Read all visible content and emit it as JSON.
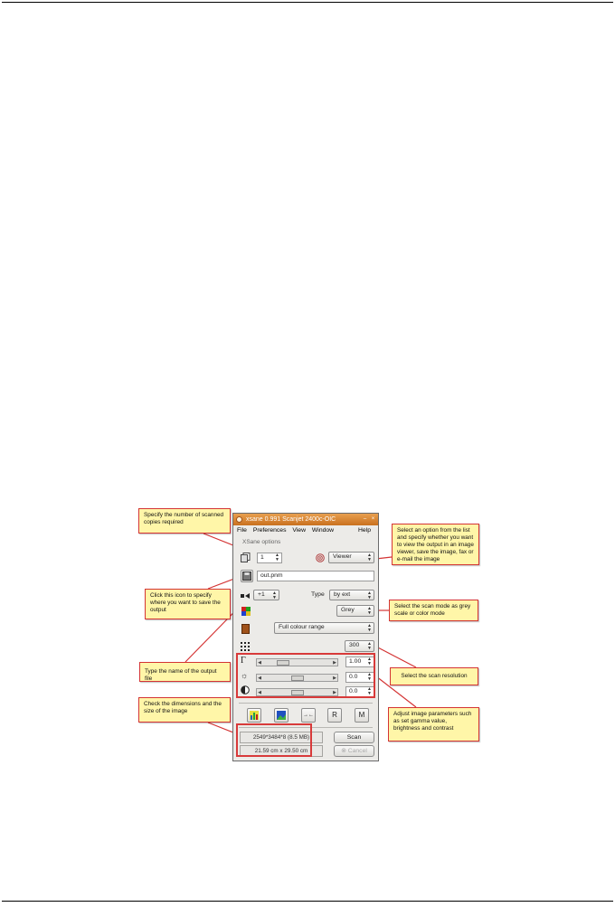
{
  "window": {
    "title": "xsane 0.991 Scanjet 2400c-OIC",
    "menu": [
      "File",
      "Preferences",
      "View",
      "Window"
    ],
    "menu_help": "Help",
    "group_label": "XSane options",
    "copies_value": "1",
    "viewer_select": "Viewer",
    "filename_value": "out.pnm",
    "step_value": "+1",
    "type_label": "Type",
    "type_select": "by ext",
    "mode_select": "Grey",
    "range_select": "Full colour range",
    "resolution_select": "300",
    "gamma_value": "1.00",
    "brightness_value": "0.0",
    "contrast_value": "0.0",
    "size_info": "2549*3484*8 (8.5 MB)",
    "dimension_info": "21.59 cm x 29.50 cm",
    "scan_label": "Scan",
    "cancel_label": "Cancel",
    "tool_r": "R",
    "tool_m": "M"
  },
  "callouts": {
    "copies": "Specify the number of scanned copies required",
    "save_icon": "Click this icon to specify where you want to save the output",
    "output_file": "Type the name of the output file",
    "dimensions": "Check the dimensions and the size of the image",
    "viewer": "Select an option from the list and specify whether you want to view the output in an image viewer, save the image, fax or e-mail the image",
    "scan_mode": "Select the scan mode as grey scale or color mode",
    "resolution": "Select the scan resolution",
    "parameters": "Adjust image parameters such as set gamma value, brightness and contrast"
  },
  "colors": {
    "callout_fill": "#fff6a8",
    "callout_border": "#d43434",
    "titlebar": "#d9822b"
  },
  "icons": [
    "copies-icon",
    "viewer-target-icon",
    "save-disk-icon",
    "step-icon",
    "color-mode-icon",
    "range-icon",
    "resolution-icon",
    "gamma-icon",
    "brightness-icon",
    "contrast-icon",
    "histogram-icon",
    "preview-icon",
    "autoadjust-icon",
    "cancel-x-icon"
  ]
}
